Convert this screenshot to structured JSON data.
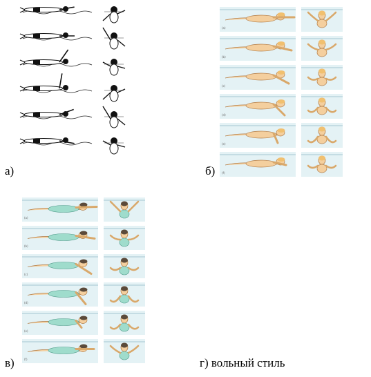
{
  "panels": {
    "a": {
      "label": "а)",
      "frames": 6
    },
    "b": {
      "label": "б)",
      "frames": 6,
      "frame_tags": [
        "(a)",
        "(b)",
        "(c)",
        "(d)",
        "(e)",
        "(f)"
      ]
    },
    "v": {
      "label": "в)",
      "frames": 6,
      "frame_tags": [
        "(a)",
        "(b)",
        "(c)",
        "(d)",
        "(e)",
        "(f)"
      ]
    },
    "g": {
      "label": "г) вольный стиль"
    }
  },
  "colors": {
    "water_bg": "#e4f2f5",
    "skin": "#f4cf9e",
    "swimsuit_green": "#9fdccc",
    "ink": "#111111"
  }
}
